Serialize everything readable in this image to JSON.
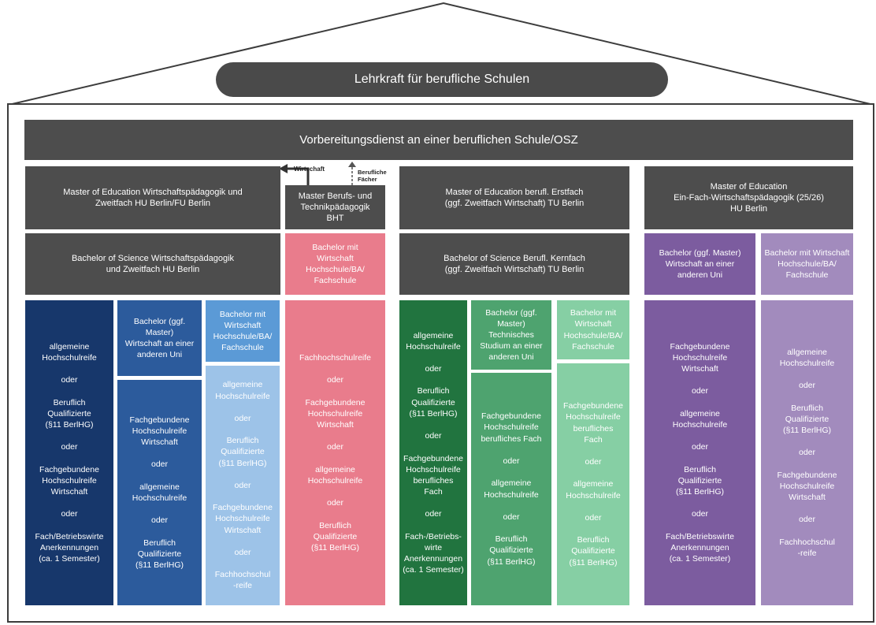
{
  "header": {
    "title": "Lehrkraft für berufliche Schulen",
    "vorbereitungsdienst": "Vorbereitungsdienst an einer beruflichen Schule/OSZ"
  },
  "colors": {
    "dark_gray": "#4d4d4d",
    "navy": "#17376b",
    "blue": "#2c5b9c",
    "blue_mid": "#5b9ad6",
    "blue_light": "#9dc3e8",
    "pink": "#e97c8c",
    "green_dark": "#21743f",
    "green_mid": "#4ea36f",
    "green_light": "#86cfa4",
    "purple_dark": "#7c5c9f",
    "purple_light": "#a28bbd"
  },
  "arrows": {
    "wirtschaft": "Wirtschaft",
    "berufliche_faecher": "Berufliche\nFächer"
  },
  "masters": {
    "hu_fu": "Master of Education Wirtschaftspädagogik und\nZweitfach HU Berlin/FU Berlin",
    "bht": "Master Berufs- und\nTechnikpädagogik\nBHT",
    "tu": "Master of Education berufl. Erstfach\n(ggf. Zweitfach Wirtschaft) TU Berlin",
    "hu_ein": "Master of Education\nEin-Fach-Wirtschaftspädagogik (25/26)\nHU Berlin"
  },
  "bachelors": {
    "hu": "Bachelor of Science Wirtschaftspädagogik\nund Zweitfach HU Berlin",
    "bht": "Bachelor mit\nWirtschaft\nHochschule/BA/\nFachschule",
    "tu": "Bachelor of Science Berufl. Kernfach\n(ggf. Zweitfach Wirtschaft) TU Berlin",
    "purple_1": "Bachelor (ggf. Master)\nWirtschaft an einer\nanderen Uni",
    "purple_2": "Bachelor mit Wirtschaft\nHochschule/BA/\nFachschule"
  },
  "sub_bachelors": {
    "blue_1": "Bachelor (ggf. Master)\nWirtschaft an einer\nanderen Uni",
    "blue_2": "Bachelor mit\nWirtschaft\nHochschule/BA/\nFachschule",
    "green_1": "Bachelor (ggf.\nMaster)\nTechnisches\nStudium an einer\nanderen Uni",
    "green_2": "Bachelor mit\nWirtschaft\nHochschule/BA/\nFachschule"
  },
  "requirements": {
    "navy": "allgemeine\nHochschulreife\n\noder\n\nBeruflich\nQualifizierte\n(§11 BerlHG)\n\noder\n\nFachgebundene\nHochschulreife\nWirtschaft\n\noder\n\nFach/Betriebswirte\nAnerkennungen\n(ca. 1 Semester)",
    "blue": "Fachgebundene\nHochschulreife\nWirtschaft\n\noder\n\nallgemeine\nHochschulreife\n\noder\n\nBeruflich\nQualifizierte\n(§11 BerlHG)",
    "blue_light": "allgemeine\nHochschulreife\n\noder\n\nBeruflich\nQualifizierte\n(§11 BerlHG)\n\noder\n\nFachgebundene\nHochschulreife\nWirtschaft\n\noder\n\nFachhochschul\n-reife",
    "pink": "Fachhochschulreife\n\noder\n\nFachgebundene\nHochschulreife\nWirtschaft\n\noder\n\nallgemeine\nHochschulreife\n\noder\n\nBeruflich\nQualifizierte\n(§11 BerlHG)",
    "green_dark": "allgemeine\nHochschulreife\n\noder\n\nBeruflich\nQualifizierte\n(§11 BerlHG)\n\noder\n\nFachgebundene\nHochschulreife\nberufliches\nFach\n\noder\n\nFach-/Betriebs-\nwirte\nAnerkennungen\n(ca. 1 Semester)",
    "green_mid": "Fachgebundene\nHochschulreife\nberufliches Fach\n\noder\n\nallgemeine\nHochschulreife\n\noder\n\nBeruflich\nQualifizierte\n(§11 BerlHG)",
    "green_light": "Fachgebundene\nHochschulreife\nberufliches\nFach\n\noder\n\nallgemeine\nHochschulreife\n\noder\n\nBeruflich\nQualifizierte\n(§11 BerlHG)",
    "purple_dark": "Fachgebundene\nHochschulreife\nWirtschaft\n\noder\n\nallgemeine\nHochschulreife\n\noder\n\nBeruflich\nQualifizierte\n(§11 BerlHG)\n\noder\n\nFach/Betriebswirte\nAnerkennungen\n(ca. 1 Semester)",
    "purple_light": "allgemeine\nHochschulreife\n\noder\n\nBeruflich\nQualifizierte\n(§11 BerlHG)\n\noder\n\nFachgebundene\nHochschulreife\nWirtschaft\n\noder\n\nFachhochschul\n-reife"
  }
}
